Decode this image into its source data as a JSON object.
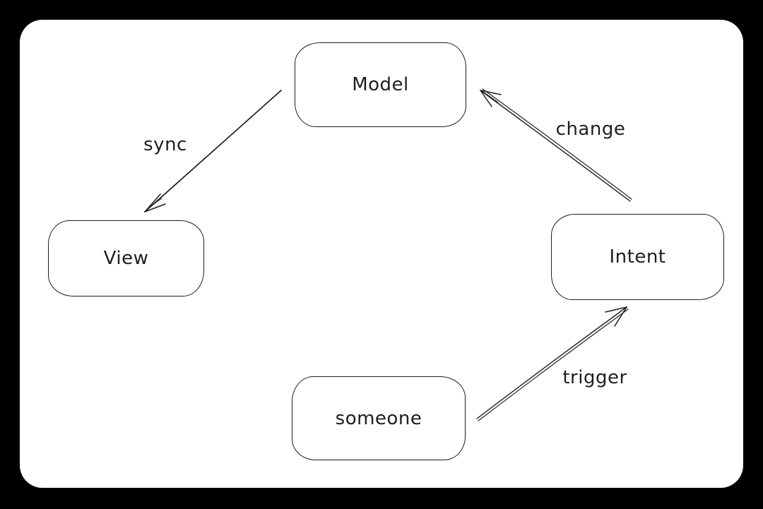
{
  "canvas": {
    "frame_color": "#000000",
    "surface_color": "#ffffff",
    "ink_color": "#1e1e1e"
  },
  "nodes": [
    {
      "id": "model",
      "label": "Model"
    },
    {
      "id": "view",
      "label": "View"
    },
    {
      "id": "intent",
      "label": "Intent"
    },
    {
      "id": "someone",
      "label": "someone"
    }
  ],
  "edges": [
    {
      "id": "sync",
      "label": "sync",
      "from": "model",
      "to": "view"
    },
    {
      "id": "change",
      "label": "change",
      "from": "intent",
      "to": "model"
    },
    {
      "id": "trigger",
      "label": "trigger",
      "from": "someone",
      "to": "intent"
    }
  ]
}
